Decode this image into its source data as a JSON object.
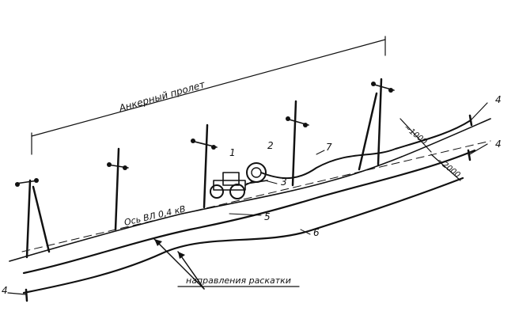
{
  "labels": {
    "span_title": "Анкерный пролет",
    "axis": "Ось ВЛ 0,4 кВ",
    "direction": "направления раскатки",
    "dist_1000": "~1000",
    "dist_2000": "~2000",
    "n1": "1",
    "n2": "2",
    "n3": "3",
    "n4a": "4",
    "n4b": "4",
    "n4c": "4",
    "n5": "5",
    "n6": "6",
    "n7": "7"
  }
}
